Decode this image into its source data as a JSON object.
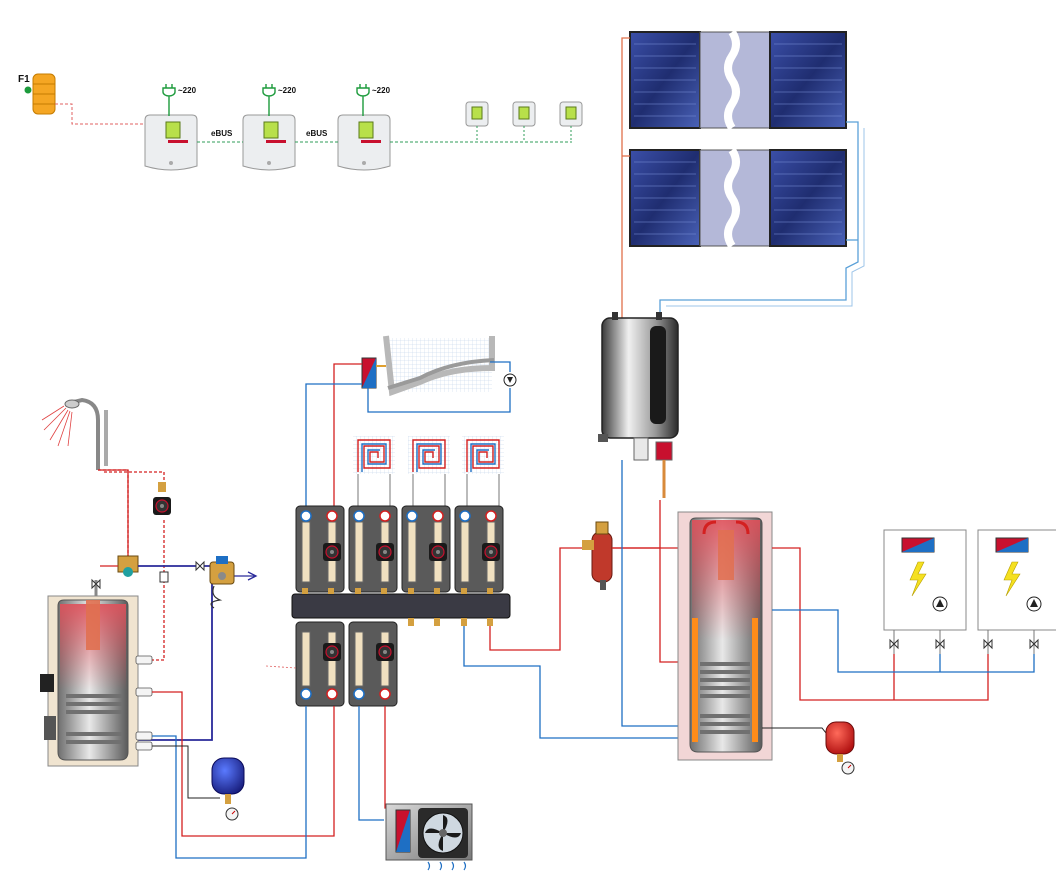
{
  "fuse": {
    "label": "F1"
  },
  "controllers": [
    {
      "power_label": "~220",
      "bus_label": "eBUS"
    },
    {
      "power_label": "~220",
      "bus_label": "eBUS"
    },
    {
      "power_label": "~220"
    }
  ],
  "colors": {
    "hot_pipe": "#d42020",
    "cold_pipe": "#1e6fc4",
    "return_pipe": "#2a2a9a",
    "bus_line": "#2f9e5a",
    "solar_supply": "#e0704a",
    "solar_return": "#5aa0d8",
    "panel": "#2c3c8c",
    "tank": "#c8c8c8"
  },
  "icons": [
    "fuse-icon",
    "power-plug-icon",
    "controller-icon",
    "room-thermostat-icon",
    "solar-collector-icon",
    "solar-station-icon",
    "buffer-tank-icon",
    "dhw-tank-icon",
    "shower-icon",
    "pump-group-icon",
    "manifold-icon",
    "underfloor-loop-icon",
    "pool-icon",
    "heat-exchanger-icon",
    "expansion-vessel-icon",
    "fan-coil-icon",
    "electric-heater-icon",
    "pump-icon",
    "valve-icon",
    "deaerator-icon",
    "mixing-valve-icon"
  ]
}
